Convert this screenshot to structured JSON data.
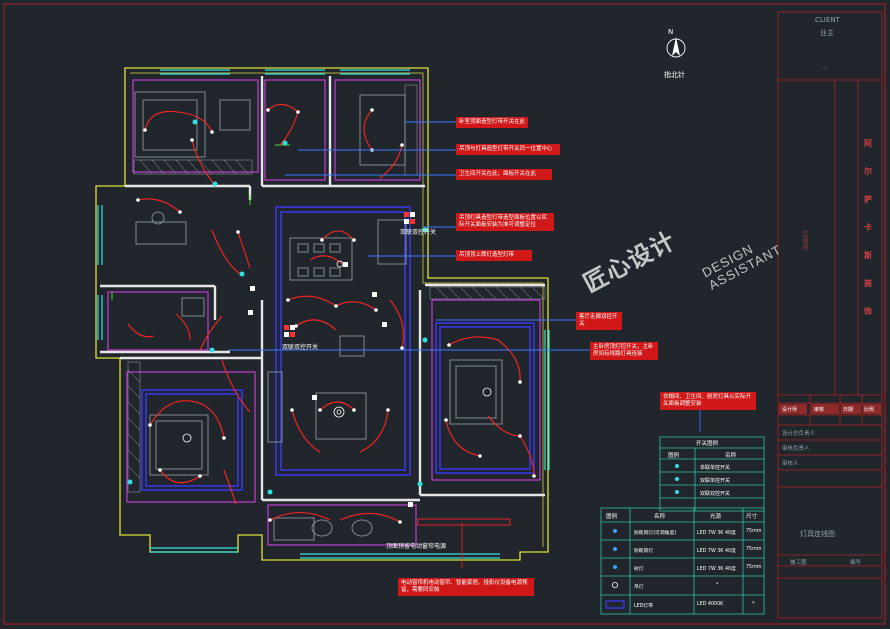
{
  "compass": {
    "north": "N",
    "label": "指北针"
  },
  "title_block": {
    "client_en": "CLIENT",
    "client_cn": "业主",
    "client_value": "...",
    "company_chars": [
      "阿",
      "尔",
      "萨",
      "卡",
      "斯",
      "装",
      "饰"
    ],
    "project_label": "XX项目",
    "drawing_title": "灯具连线图",
    "row_labels": [
      "设计师",
      "审核",
      "日期",
      "比例"
    ],
    "rows2": [
      "设计总负责人",
      "审核负责人",
      "审核人"
    ],
    "footer": [
      "施工图",
      "编号"
    ]
  },
  "watermark": {
    "brand": "匠心设计",
    "en1": "DESIGN",
    "en2": "ASSISTANT"
  },
  "callouts": [
    "卧室顶面造型灯带开关在此",
    "吊顶与灯具造型灯带开关同一位置中心",
    "卫生间开关在此，面板开关在此",
    "吊顶灯具造型灯带造型面板位置以实际开关面板安装为准可调整定位",
    "吊顶顶上筒灯造型灯带",
    "客厅走廊双控开关",
    "主卧房顶灯控开关，主卧房间有线路灯具连接",
    "衣帽间、卫生间、厨房灯具以实际开关面板调整安装",
    "电动窗帘机电动窗帘、智能家居、投影仪设备电源预留，需要同安装"
  ],
  "labels": {
    "switch1": "双联双控开关",
    "switch2": "双联双控开关",
    "curtain_note": "顶面预留电动窗帘电源"
  },
  "switch_legend": {
    "title": "开关图例",
    "headers": [
      "图例",
      "名称"
    ],
    "rows": [
      "单联单控开关",
      "双联单控开关",
      "双联双控开关"
    ]
  },
  "lamp_legend": {
    "headers": [
      "图例",
      "名称",
      "光源",
      "尺寸"
    ],
    "rows": [
      {
        "name": "防眩筒灯(可调角度)",
        "source": "LED 7W 3K 40度",
        "size": "75mm"
      },
      {
        "name": "防眩筒灯",
        "source": "LED 7W 3K 40度",
        "size": "75mm"
      },
      {
        "name": "射灯",
        "source": "LED 7W 3K 40度",
        "size": "75mm"
      },
      {
        "name": "吊灯",
        "source": "*",
        "size": ""
      },
      {
        "name": "LED灯带",
        "source": "LED 4000K",
        "size": "*"
      }
    ]
  },
  "colors": {
    "background": "#20262c",
    "wall": "#ffffff",
    "yellow": "#e0e040",
    "cyan": "#30e0e0",
    "magenta": "#d040e0",
    "blue": "#3030ff",
    "red": "#ff2020",
    "note": "#d01818"
  }
}
